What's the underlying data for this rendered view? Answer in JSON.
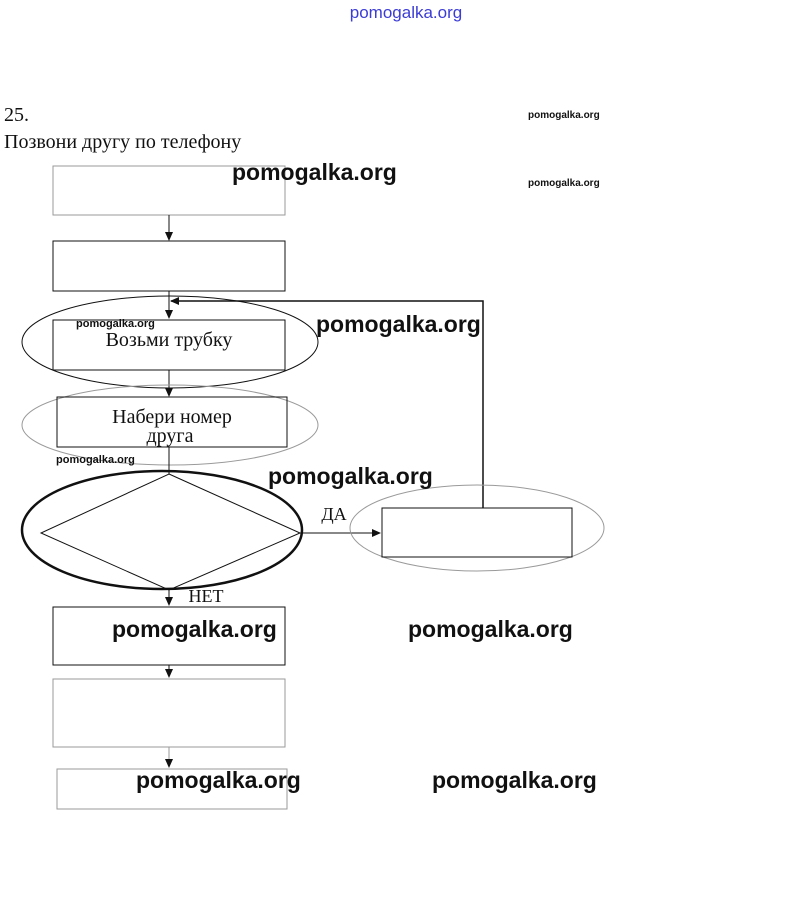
{
  "header": {
    "site_link": "pomogalka.org"
  },
  "task": {
    "number": "25.",
    "title": "Позвони другу по телефону"
  },
  "flowchart": {
    "step_pick_up": "Возьми трубку",
    "step_dial_line1": "Набери номер",
    "step_dial_line2": "друга",
    "branch_yes": "ДА",
    "branch_no": "НЕТ"
  },
  "watermarks": {
    "w1": "pomogalka.org",
    "w2": "pomogalka.org",
    "w3": "pomogalka.org",
    "w4": "pomogalka.org",
    "w5": "pomogalka.org",
    "w6": "pomogalka.org",
    "w7": "pomogalka.org",
    "w8": "pomogalka.org",
    "w9": "pomogalka.org",
    "w10": "pomogalka.org",
    "w11": "pomogalka.org",
    "w12": "pomogalka.org"
  },
  "colors": {
    "link": "#3b3bd6",
    "line": "#111111",
    "faint_line": "#9a9a9a"
  }
}
